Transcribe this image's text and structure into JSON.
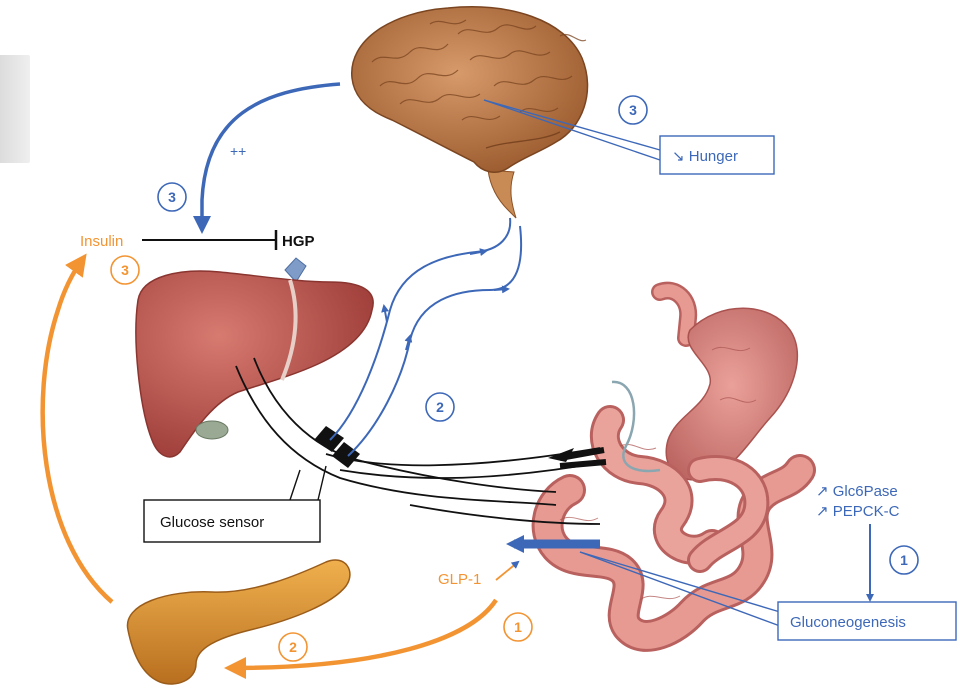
{
  "labels": {
    "insulin": "Insulin",
    "hgp": "HGP",
    "plus_plus": "++",
    "hunger": "↘ Hunger",
    "glucose_sensor": "Glucose sensor",
    "glp1": "GLP-1",
    "glc6pase": "↗ Glc6Pase",
    "pepck": "↗ PEPCK-C",
    "gluconeogenesis": "Gluconeogenesis"
  },
  "steps": {
    "brain_hgp": "3",
    "brain_hunger": "3",
    "insulin": "3",
    "nerve": "2",
    "pancreas": "2",
    "glp1": "1",
    "enzymes": "1"
  },
  "colors": {
    "blue": "#3d68b8",
    "orange": "#f39433",
    "black": "#111111"
  }
}
